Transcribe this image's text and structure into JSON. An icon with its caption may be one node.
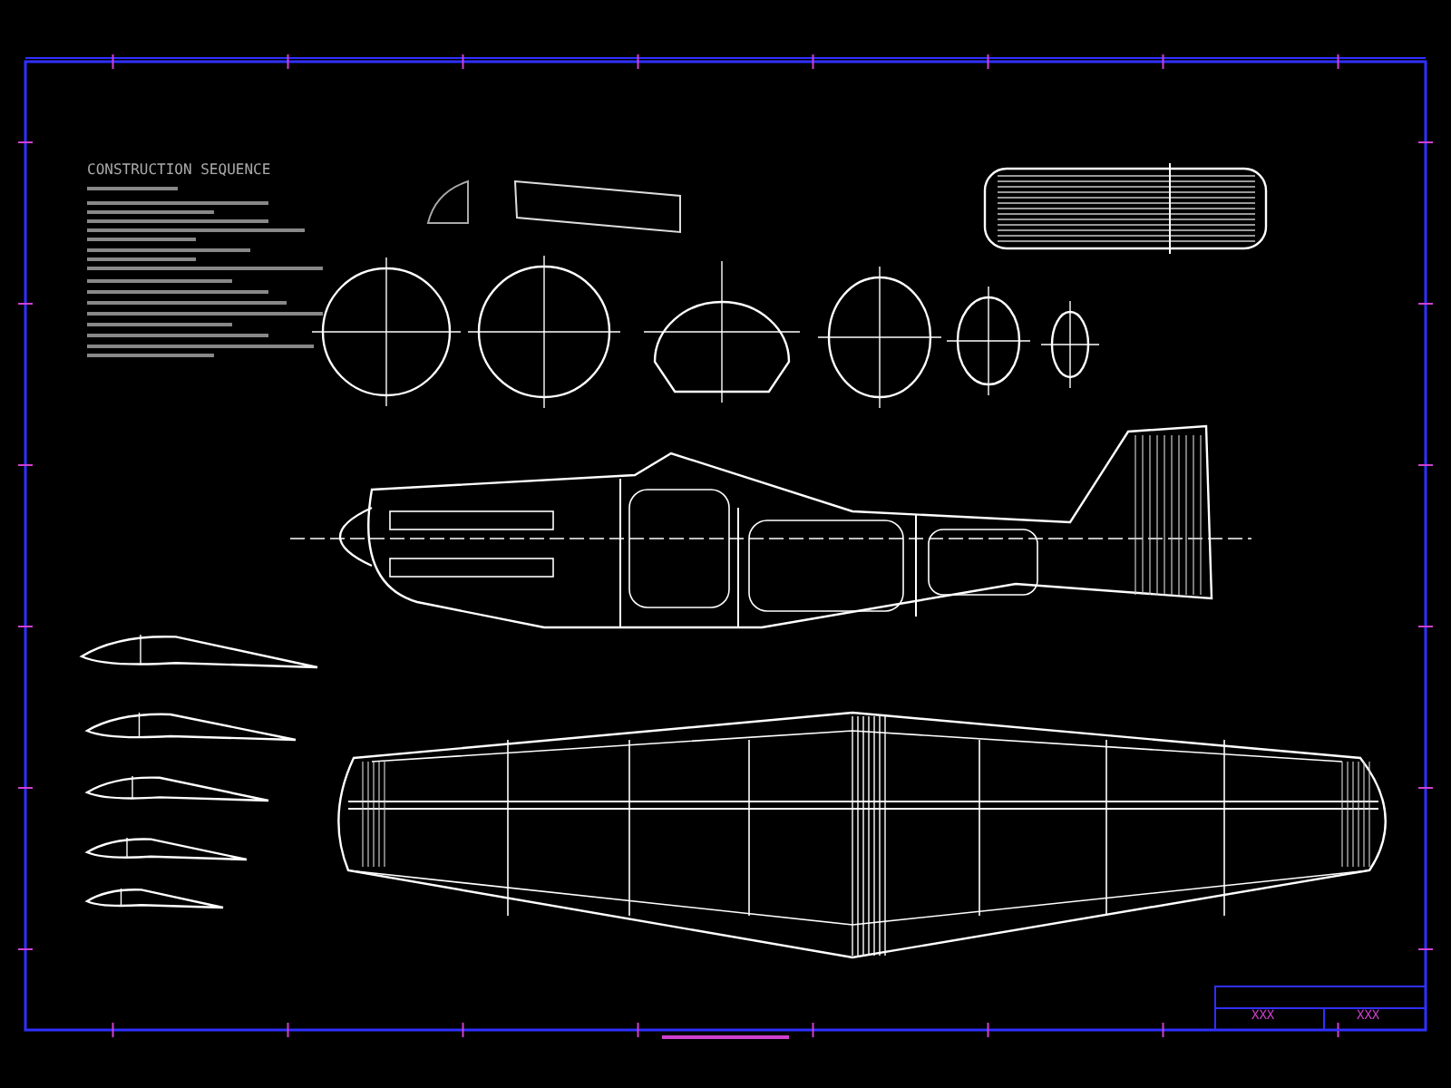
{
  "diagram": {
    "labels": [
      "CONSTRUCTION SEQUENCE",
      "XXX",
      "XXX"
    ]
  }
}
